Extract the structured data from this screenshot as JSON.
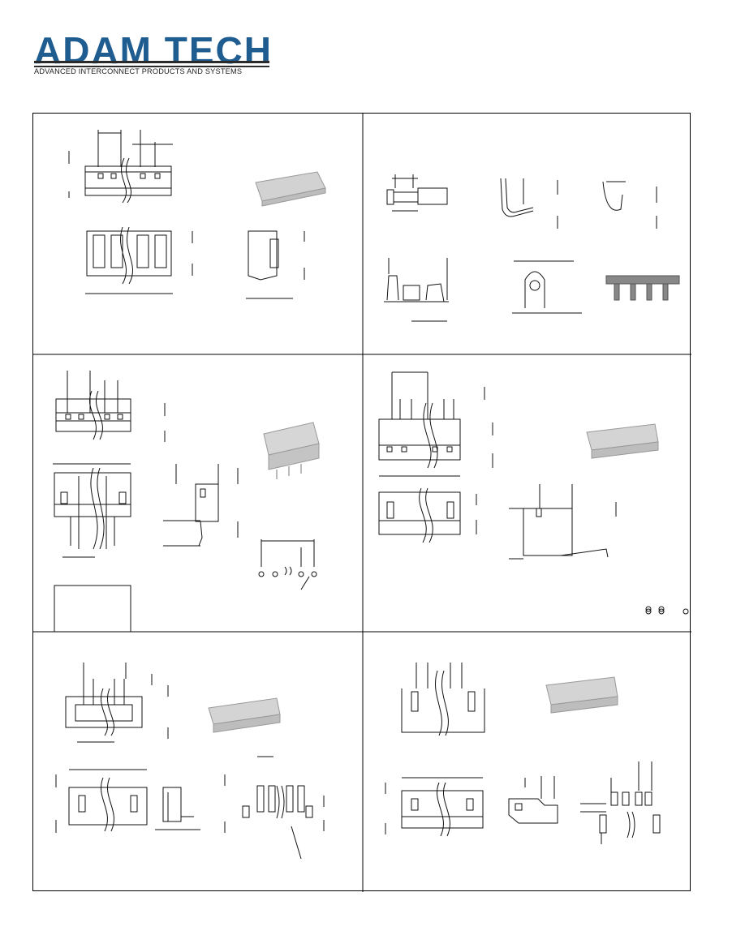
{
  "brand": {
    "name": "ADAM TECH",
    "tagline": "ADVANCED INTERCONNECT PRODUCTS AND SYSTEMS",
    "color": "#1f5d91",
    "rule_color": "#2b2b2b"
  },
  "panels": [
    {
      "id": "crimp-housing",
      "figures": [
        "housing-top-view",
        "housing-photo",
        "housing-front-view",
        "housing-side-view"
      ]
    },
    {
      "id": "crimp-terminal",
      "figures": [
        "terminal-side-view",
        "terminal-crimp-u",
        "terminal-crimp-small",
        "terminal-profile",
        "terminal-end-view",
        "terminal-reel-photo"
      ]
    },
    {
      "id": "straight-header",
      "figures": [
        "header-top-view",
        "header-photo",
        "header-front-view",
        "header-side-view",
        "pcb-layout"
      ]
    },
    {
      "id": "right-angle-header",
      "figures": [
        "ra-top-view",
        "ra-photo",
        "ra-front-view",
        "ra-side-view",
        "ra-pcb-layout"
      ]
    },
    {
      "id": "smt-vertical-header",
      "figures": [
        "smt-top-view",
        "smt-photo",
        "smt-front-view",
        "smt-side-view",
        "smt-land-pattern"
      ]
    },
    {
      "id": "smt-right-angle-header",
      "figures": [
        "smtra-top-view",
        "smtra-photo",
        "smtra-front-view",
        "smtra-side-view",
        "smtra-land-pattern"
      ]
    }
  ]
}
